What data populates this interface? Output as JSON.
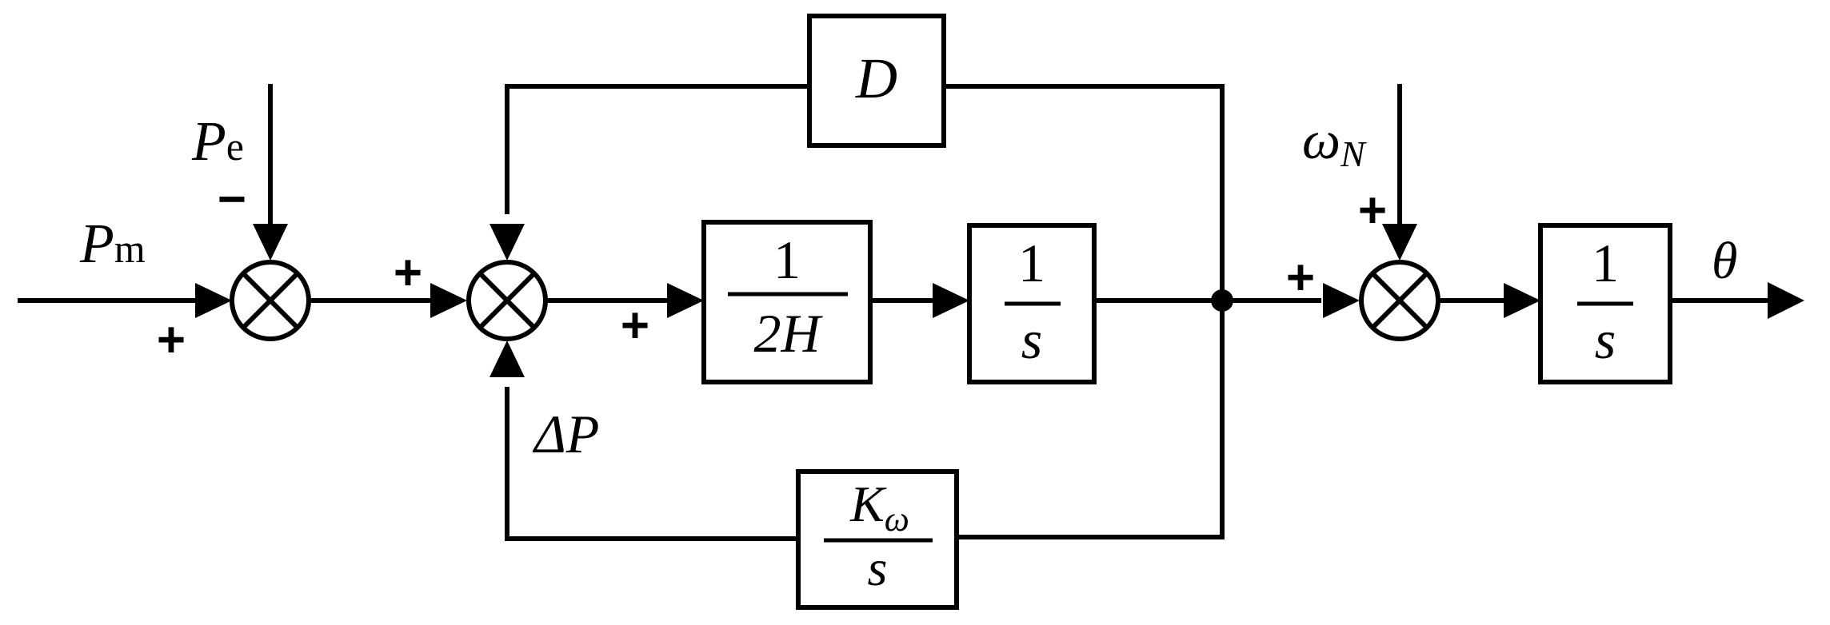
{
  "inputs": {
    "pm": {
      "main": "P",
      "sub": "m"
    },
    "pe": {
      "main": "P",
      "sub": "e"
    },
    "omega_n": {
      "main": "ω",
      "sub": "N"
    }
  },
  "signs": {
    "plus": "+",
    "minus": "−"
  },
  "blocks": {
    "damping": {
      "label": "D"
    },
    "inertia": {
      "num": "1",
      "den": "2H"
    },
    "integrator1": {
      "num": "1",
      "den": "s"
    },
    "integrator2": {
      "num": "1",
      "den": "s"
    },
    "droop": {
      "num_main": "K",
      "num_sub": "ω",
      "den": "s"
    }
  },
  "signals": {
    "delta_p": "ΔP",
    "theta": "θ"
  },
  "colors": {
    "line": "#000000",
    "highlight": "#ff0000"
  }
}
